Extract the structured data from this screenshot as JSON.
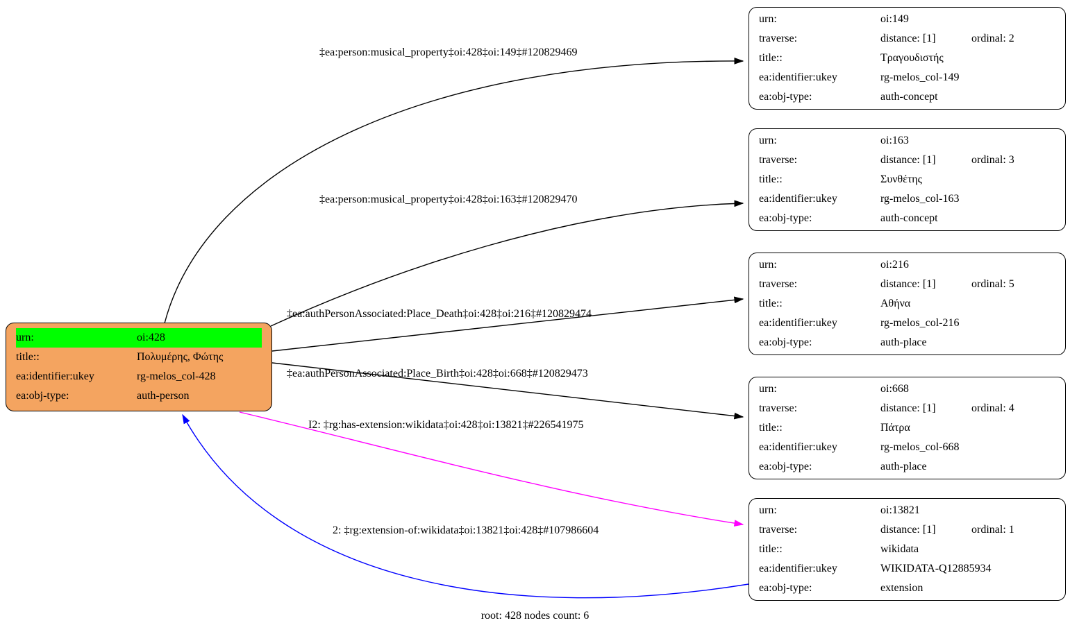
{
  "caption": "root: 428 nodes count: 6",
  "colors": {
    "root_fill": "#f4a460",
    "highlight": "#00ff00",
    "node_fill": "#ffffff",
    "edge_default": "#000000",
    "edge_has_extension": "#ff00ff",
    "edge_extension_of": "#0000ff"
  },
  "field_labels": {
    "urn": "urn:",
    "traverse": "traverse:",
    "title": "title::",
    "identifier": "ea:identifier:ukey",
    "objtype": "ea:obj-type:"
  },
  "root": {
    "urn": "oi:428",
    "title": "Πολυμέρης, Φώτης",
    "identifier": "rg-melos_col-428",
    "objtype": "auth-person"
  },
  "nodes": [
    {
      "urn": "oi:149",
      "distance": "distance: [1]",
      "ordinal": "ordinal: 2",
      "title": "Τραγουδιστής",
      "identifier": "rg-melos_col-149",
      "objtype": "auth-concept"
    },
    {
      "urn": "oi:163",
      "distance": "distance: [1]",
      "ordinal": "ordinal: 3",
      "title": "Συνθέτης",
      "identifier": "rg-melos_col-163",
      "objtype": "auth-concept"
    },
    {
      "urn": "oi:216",
      "distance": "distance: [1]",
      "ordinal": "ordinal: 5",
      "title": "Αθήνα",
      "identifier": "rg-melos_col-216",
      "objtype": "auth-place"
    },
    {
      "urn": "oi:668",
      "distance": "distance: [1]",
      "ordinal": "ordinal: 4",
      "title": "Πάτρα",
      "identifier": "rg-melos_col-668",
      "objtype": "auth-place"
    },
    {
      "urn": "oi:13821",
      "distance": "distance: [1]",
      "ordinal": "ordinal: 1",
      "title": "wikidata",
      "identifier": "WIKIDATA-Q12885934",
      "objtype": "extension"
    }
  ],
  "edges": [
    {
      "label": "‡ea:person:musical_property‡oi:428‡oi:149‡#120829469"
    },
    {
      "label": "‡ea:person:musical_property‡oi:428‡oi:163‡#120829470"
    },
    {
      "label": "‡ea:authPersonAssociated:Place_Death‡oi:428‡oi:216‡#120829474"
    },
    {
      "label": "‡ea:authPersonAssociated:Place_Birth‡oi:428‡oi:668‡#120829473"
    },
    {
      "label": "I2: ‡rg:has-extension:wikidata‡oi:428‡oi:13821‡#226541975"
    },
    {
      "label": "2: ‡rg:extension-of:wikidata‡oi:13821‡oi:428‡#107986604"
    }
  ]
}
